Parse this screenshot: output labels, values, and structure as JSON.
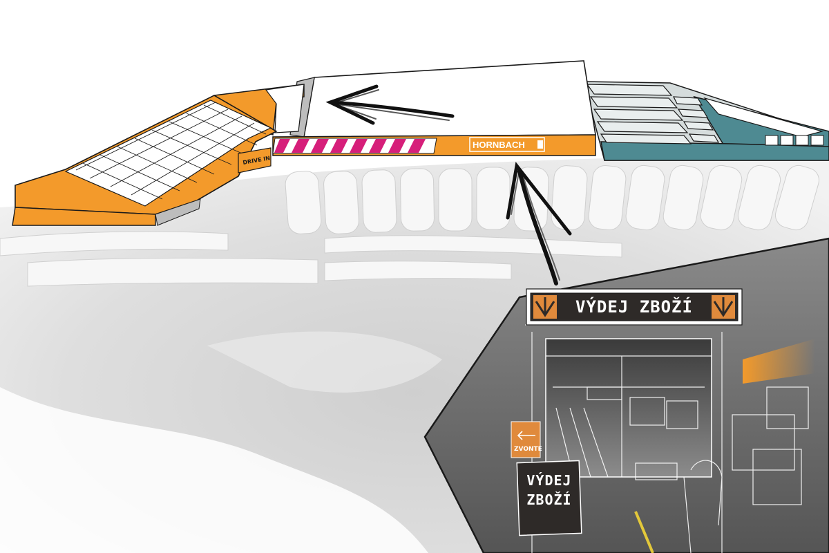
{
  "map": {
    "store_logo": "HORNBACH",
    "entrance_sign": "VÝDEJ ZBOŽÍ",
    "bell_sign": "ZVONTE",
    "pickup_board": {
      "line1": "VÝDEJ",
      "line2": "ZBOŽÍ"
    },
    "drive_in_label": "DRIVE IN",
    "icons": [
      "arrow-down-icon",
      "arrow-left-icon",
      "hand-drawn-arrow-icon"
    ]
  },
  "colors": {
    "building_orange": "#F39A2B",
    "stripe_magenta": "#D61F7A",
    "garden_teal": "#4E8A92",
    "sign_dark": "#2E2A28",
    "sign_orange": "#E08A3C",
    "road_grey": "#D9D9D9",
    "ink": "#1A1A1A"
  }
}
